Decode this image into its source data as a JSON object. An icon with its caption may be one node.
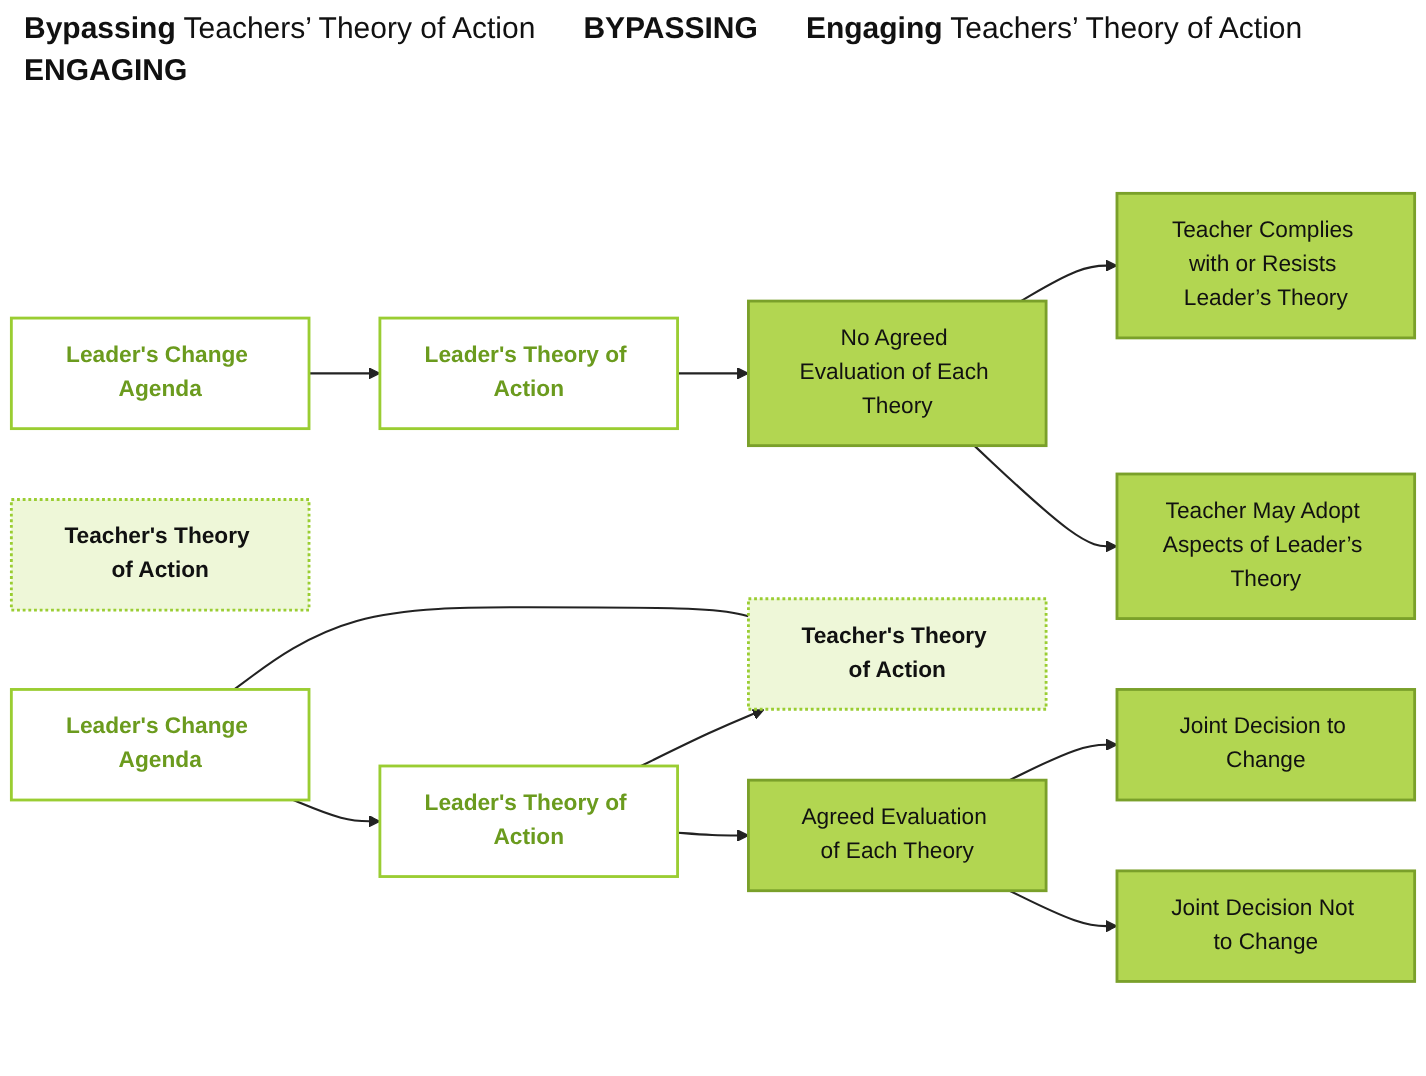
{
  "diagram": {
    "nodes": [
      {
        "text": [
          "Leader's Change Agenda"
        ]
      },
      {
        "text": [
          "Leader's Theory of Action"
        ]
      },
      {
        "text": [
          "Teacher's Theory of Action"
        ]
      },
      {
        "text": [
          "No Agreed Evaluation of Each Theory"
        ]
      },
      {
        "text": [
          "Teacher Complies with or Resists Leader’s Theory"
        ]
      },
      {
        "text": [
          "Teacher May Adopt Aspects of Leader’s Theory"
        ]
      },
      {
        "text": [
          "Leader's Change Agenda"
        ]
      },
      {
        "text": [
          "Leader's Theory of Action"
        ]
      },
      {
        "text": [
          "Teacher's Theory of Action"
        ]
      },
      {
        "text": [
          "Agreed Evaluation of Each Theory"
        ]
      },
      {
        "text": [
          "Joint Decision to Change"
        ]
      },
      {
        "text": [
          "Joint Decision Not to Change"
        ]
      }
    ],
    "edges": [
      {
        "from": 0,
        "to": 1,
        "arrow": "to"
      },
      {
        "from": 1,
        "to": 3,
        "arrow": "to"
      },
      {
        "from": 3,
        "to": 4,
        "arrow": "to"
      },
      {
        "from": 3,
        "to": 5,
        "arrow": "to"
      },
      {
        "from": 6,
        "to": 7,
        "arrow": "to"
      },
      {
        "from": 6,
        "to": 8,
        "arrow": "none"
      },
      {
        "from": 7,
        "to": 8,
        "arrow": "to"
      },
      {
        "from": 7,
        "to": 9,
        "arrow": "to"
      },
      {
        "from": 9,
        "to": 10,
        "arrow": "to"
      },
      {
        "from": 9,
        "to": 11,
        "arrow": "to"
      }
    ],
    "labels": [
      "**Bypassing** Teachers’ Theory of Action",
      "BYPASSING",
      "**Engaging** Teachers’ Theory of Action",
      "ENGAGING"
    ]
  }
}
